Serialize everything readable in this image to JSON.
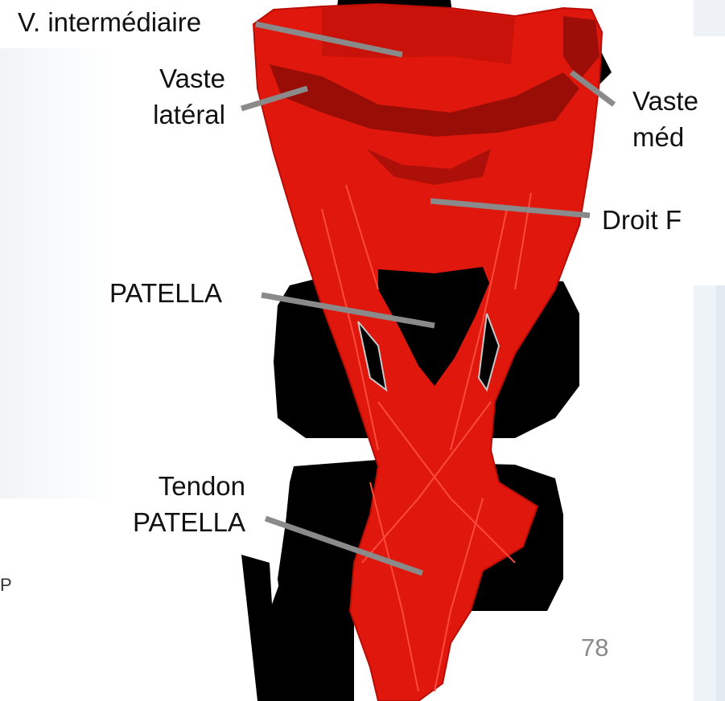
{
  "labels": {
    "v_intermediaire": "V. intermédiaire",
    "vaste_lateral_1": "Vaste",
    "vaste_lateral_2": "latéral",
    "vaste_med_1": "Vaste",
    "vaste_med_2": "méd",
    "droit_f": "Droit F",
    "patella": "PATELLA",
    "tendon_1": "Tendon",
    "tendon_2": "PATELLA"
  },
  "slide_number": "78",
  "corner_glyph": "P",
  "colors": {
    "muscle": "#e0170c",
    "muscle_dark": "#b80d05",
    "bone": "#000000",
    "leader": "#8a8a8a"
  }
}
